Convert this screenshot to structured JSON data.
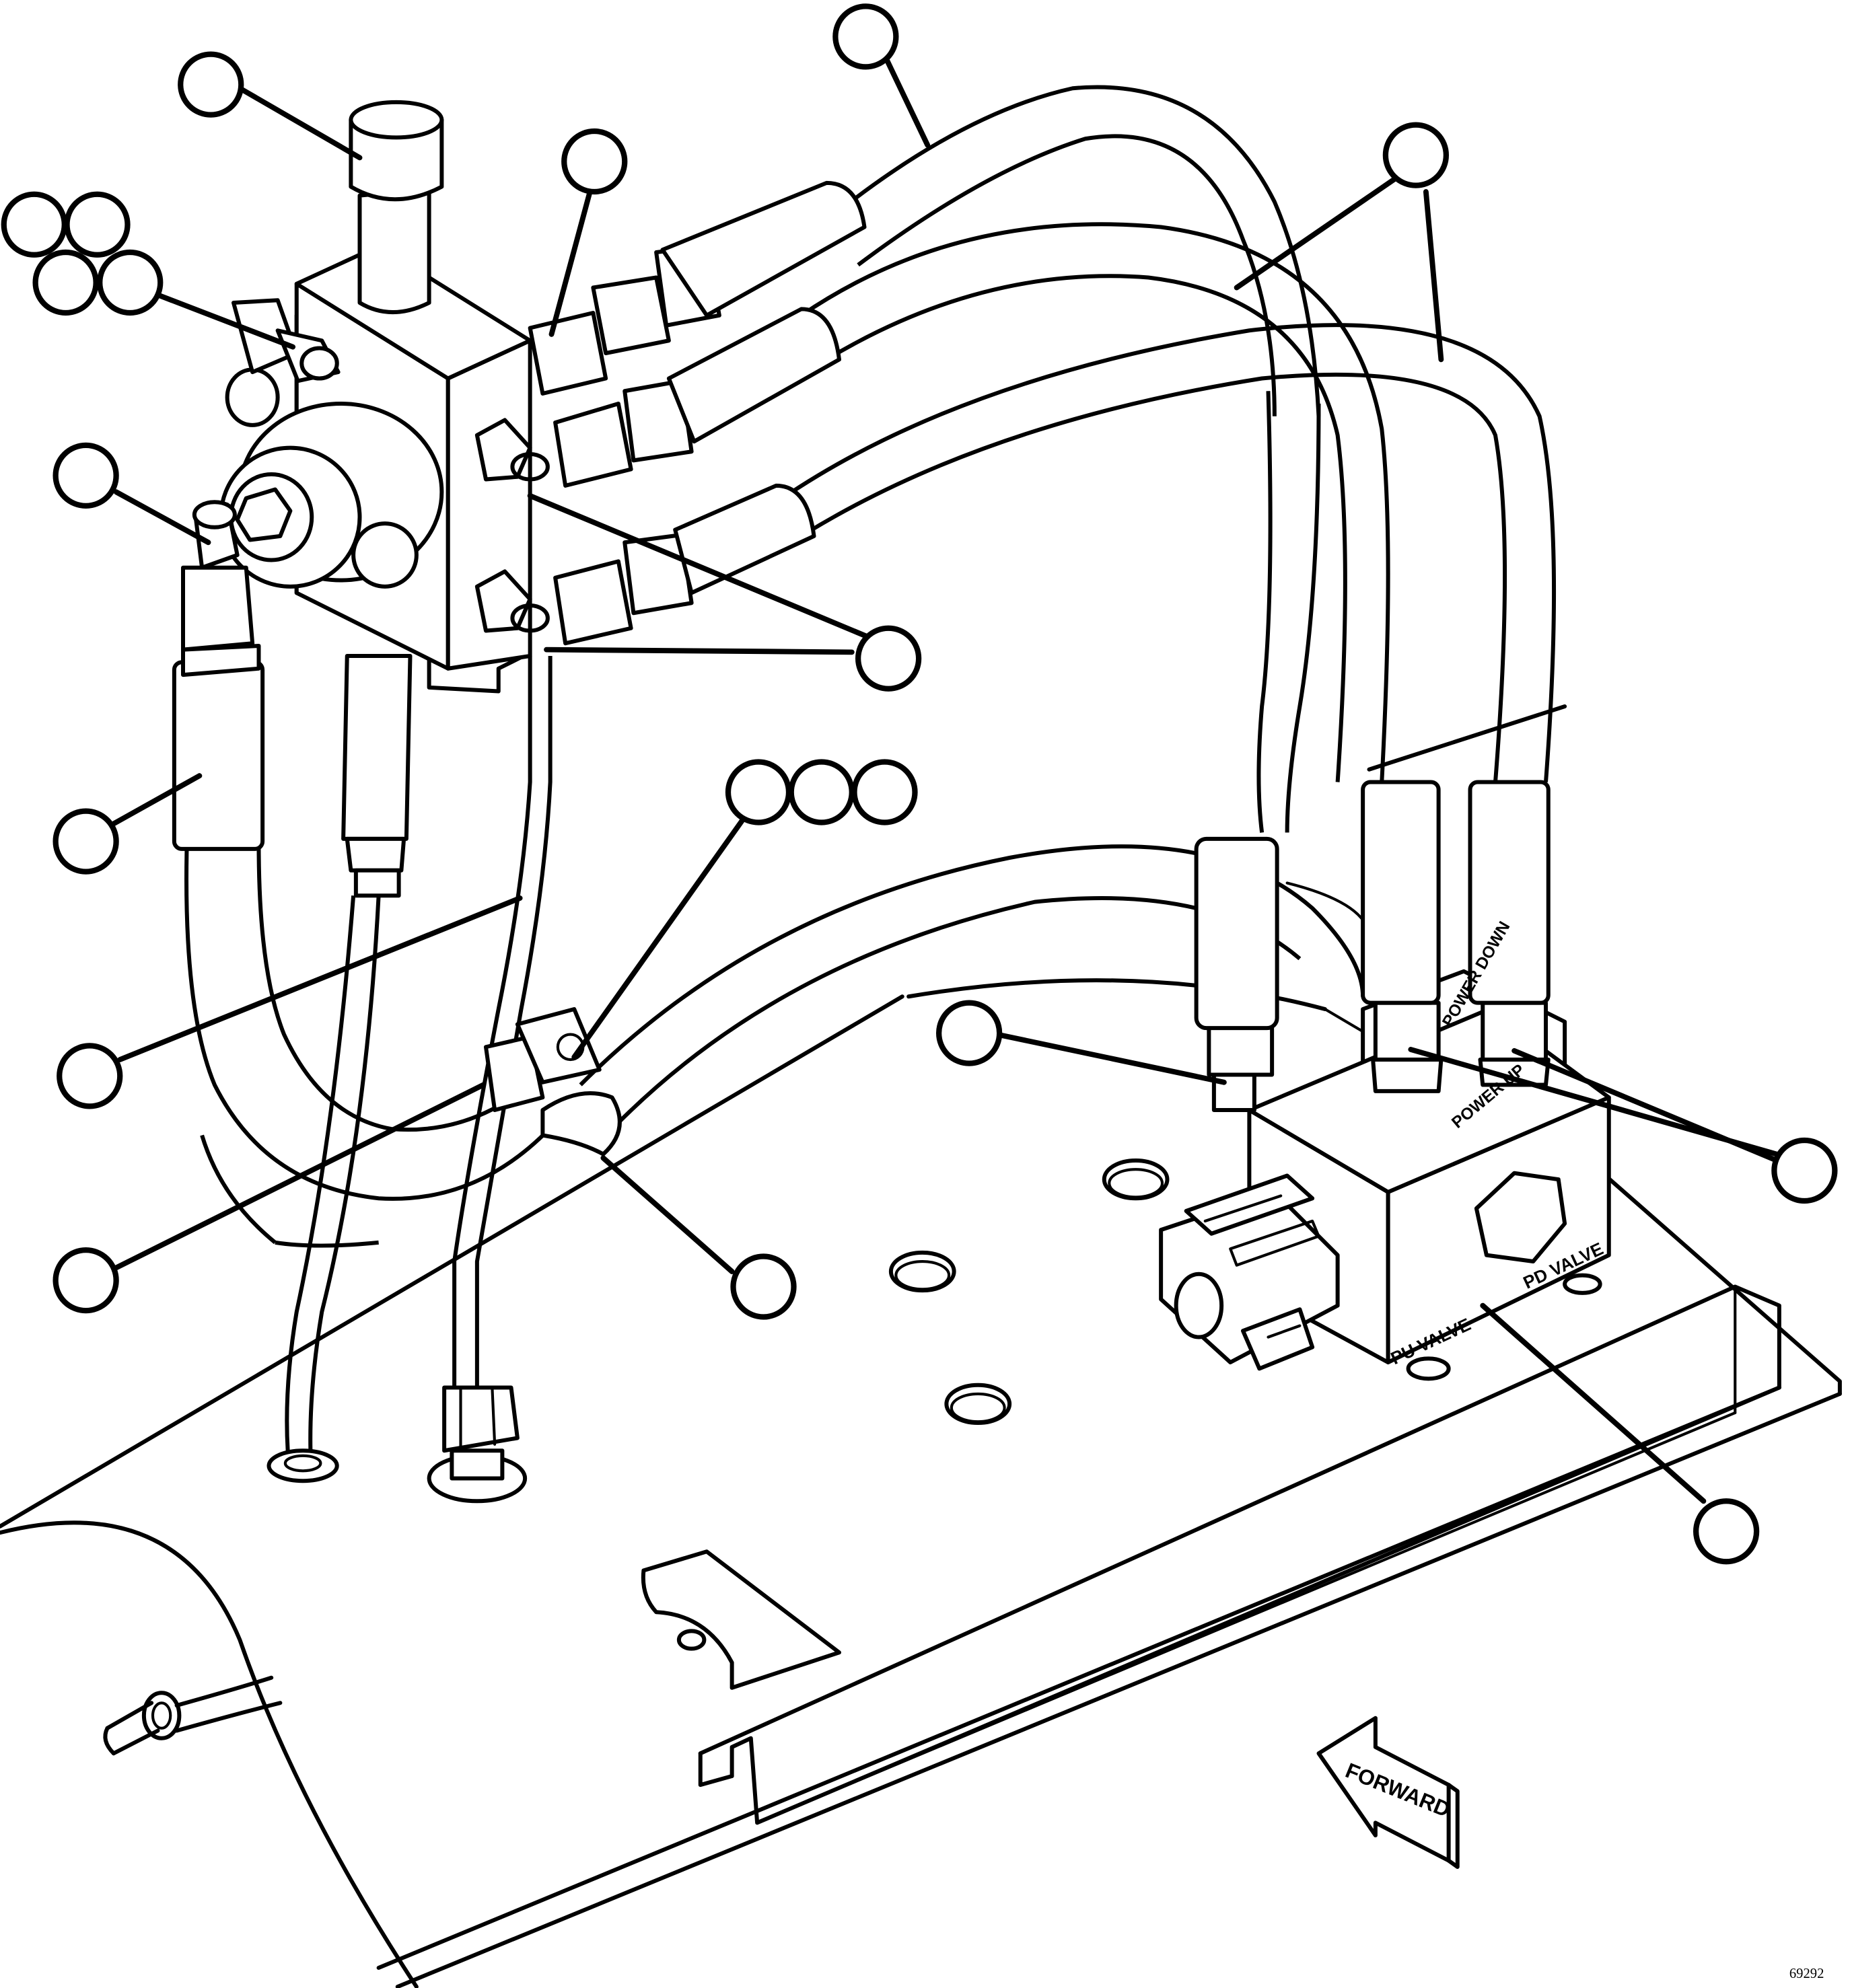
{
  "labels": {
    "power_down": "POWER DOWN",
    "power_up": "POWER UP",
    "pu_valve": "PU VALVE",
    "pd_valve": "PD VALVE",
    "forward": "FORWARD",
    "figure_number": "69292"
  },
  "callouts": [
    {
      "id": "c1",
      "text": ""
    },
    {
      "id": "c2",
      "text": ""
    },
    {
      "id": "c3",
      "text": ""
    },
    {
      "id": "c4",
      "text": ""
    },
    {
      "id": "c5",
      "text": ""
    },
    {
      "id": "c6",
      "text": ""
    },
    {
      "id": "c7",
      "text": ""
    },
    {
      "id": "c8",
      "text": ""
    },
    {
      "id": "c9",
      "text": ""
    },
    {
      "id": "c10",
      "text": ""
    },
    {
      "id": "c11",
      "text": ""
    },
    {
      "id": "c12",
      "text": ""
    },
    {
      "id": "c13",
      "text": ""
    },
    {
      "id": "c14",
      "text": ""
    },
    {
      "id": "c15",
      "text": ""
    },
    {
      "id": "c16",
      "text": ""
    },
    {
      "id": "c17",
      "text": ""
    },
    {
      "id": "c18",
      "text": ""
    },
    {
      "id": "c19",
      "text": ""
    },
    {
      "id": "c20",
      "text": ""
    },
    {
      "id": "c21",
      "text": ""
    }
  ]
}
